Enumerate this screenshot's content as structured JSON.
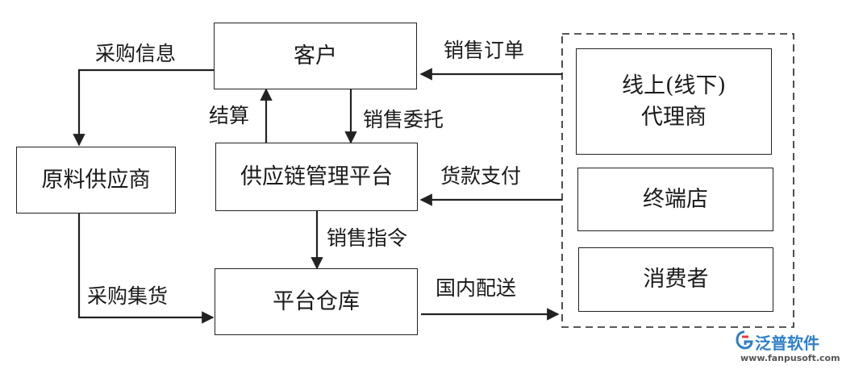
{
  "nodes": {
    "customer": "客户",
    "raw_supplier": "原料供应商",
    "platform": "供应链管理平台",
    "warehouse": "平台仓库",
    "agent_line1": "线上(线下)",
    "agent_line2": "代理商",
    "terminal_store": "终端店",
    "consumer": "消费者"
  },
  "edges": {
    "purchase_info": "采购信息",
    "sales_order": "销售订单",
    "settlement": "结算",
    "sales_entrust": "销售委托",
    "payment": "货款支付",
    "sales_instruction": "销售指令",
    "purchase_collect": "采购集货",
    "domestic_delivery": "国内配送"
  },
  "watermark": {
    "brand": "泛普软件",
    "url": "www.fanpusoft.com"
  }
}
